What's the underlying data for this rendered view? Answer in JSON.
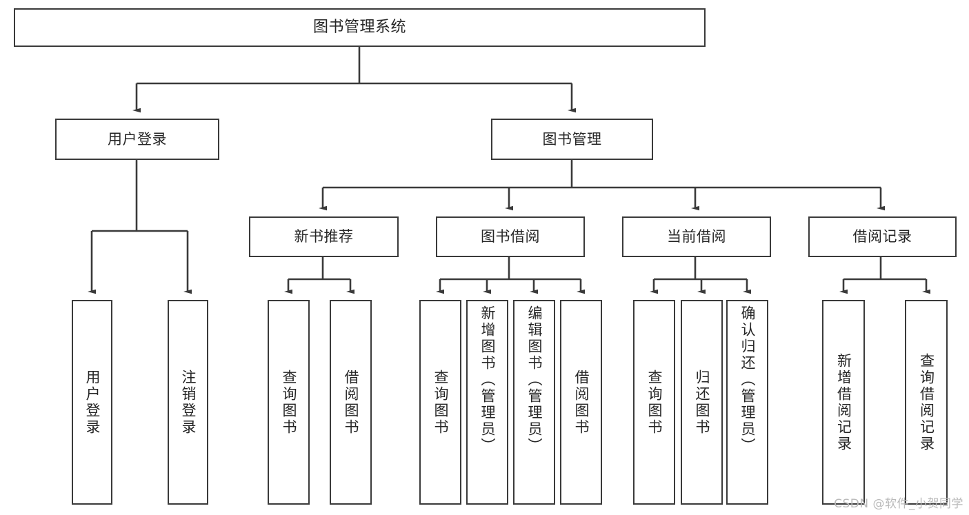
{
  "diagram": {
    "title": "图书管理系统",
    "type": "tree-hierarchy",
    "line_color": "#3a3a3a",
    "box_fill": "#ffffff",
    "text_color": "#262626",
    "watermark": "CSDN @软件_小贺同学"
  },
  "root": {
    "label": "图书管理系统"
  },
  "level2": [
    {
      "label": "用户登录"
    },
    {
      "label": "图书管理"
    }
  ],
  "level3": [
    {
      "label": "新书推荐"
    },
    {
      "label": "图书借阅"
    },
    {
      "label": "当前借阅"
    },
    {
      "label": "借阅记录"
    }
  ],
  "leaves": {
    "user_login": [
      {
        "label": "用户登录"
      },
      {
        "label": "注销登录"
      }
    ],
    "new_book_recommend": [
      {
        "label": "查询图书"
      },
      {
        "label": "借阅图书"
      }
    ],
    "book_borrow": [
      {
        "label": "查询图书"
      },
      {
        "label": "新增图书（管理员）"
      },
      {
        "label": "编辑图书（管理员）"
      },
      {
        "label": "借阅图书"
      }
    ],
    "current_borrow": [
      {
        "label": "查询图书"
      },
      {
        "label": "归还图书"
      },
      {
        "label": "确认归还（管理员）"
      }
    ],
    "borrow_record": [
      {
        "label": "新增借阅记录"
      },
      {
        "label": "查询借阅记录"
      }
    ]
  }
}
